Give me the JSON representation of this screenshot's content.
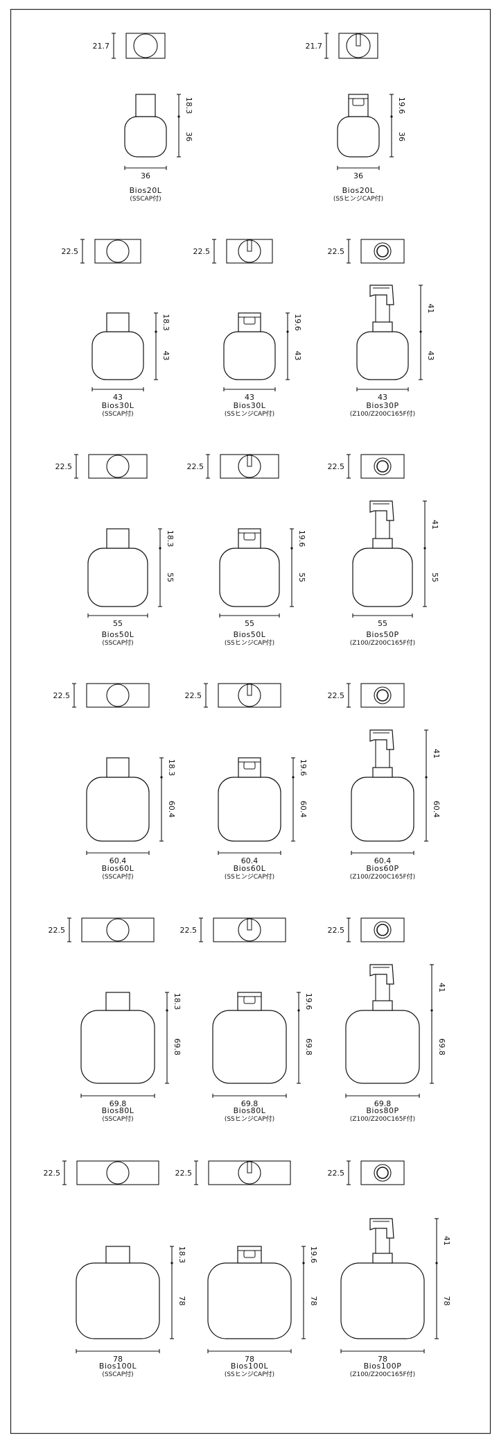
{
  "groups": [
    {
      "capacity": "20",
      "views": {
        "top": [
          "21.7",
          "21.7"
        ],
        "cap": [
          "18.3",
          "19.6"
        ],
        "body": [
          "36",
          "36"
        ],
        "width": [
          "36",
          "36"
        ]
      },
      "items": [
        {
          "kind": "L",
          "name": "Bios20L",
          "spec": "(SSCAP付)"
        },
        {
          "kind": "H",
          "name": "Bios20L",
          "spec": "(SSヒンジCAP付)"
        }
      ]
    },
    {
      "capacity": "30",
      "views": {
        "top": [
          "22.5",
          "22.5",
          "22.5"
        ],
        "cap": [
          "18.3",
          "19.6",
          "41"
        ],
        "body": [
          "43",
          "43",
          "43"
        ],
        "width": [
          "43",
          "43",
          "43"
        ]
      },
      "items": [
        {
          "kind": "L",
          "name": "Bios30L",
          "spec": "(SSCAP付)"
        },
        {
          "kind": "H",
          "name": "Bios30L",
          "spec": "(SSヒンジCAP付)"
        },
        {
          "kind": "P",
          "name": "Bios30P",
          "spec": "(Z100/Z200C165F付)"
        }
      ]
    },
    {
      "capacity": "50",
      "views": {
        "top": [
          "22.5",
          "22.5",
          "22.5"
        ],
        "cap": [
          "18.3",
          "19.6",
          "41"
        ],
        "body": [
          "55",
          "55",
          "55"
        ],
        "width": [
          "55",
          "55",
          "55"
        ]
      },
      "items": [
        {
          "kind": "L",
          "name": "Bios50L",
          "spec": "(SSCAP付)"
        },
        {
          "kind": "H",
          "name": "Bios50L",
          "spec": "(SSヒンジCAP付)"
        },
        {
          "kind": "P",
          "name": "Bios50P",
          "spec": "(Z100/Z200C165F付)"
        }
      ]
    },
    {
      "capacity": "60",
      "views": {
        "top": [
          "22.5",
          "22.5",
          "22.5"
        ],
        "cap": [
          "18.3",
          "19.6",
          "41"
        ],
        "body": [
          "60.4",
          "60.4",
          "60.4"
        ],
        "width": [
          "60.4",
          "60.4",
          "60.4"
        ]
      },
      "items": [
        {
          "kind": "L",
          "name": "Bios60L",
          "spec": "(SSCAP付)"
        },
        {
          "kind": "H",
          "name": "Bios60L",
          "spec": "(SSヒンジCAP付)"
        },
        {
          "kind": "P",
          "name": "Bios60P",
          "spec": "(Z100/Z200C165F付)"
        }
      ]
    },
    {
      "capacity": "80",
      "views": {
        "top": [
          "22.5",
          "22.5",
          "22.5"
        ],
        "cap": [
          "18.3",
          "19.6",
          "41"
        ],
        "body": [
          "69.8",
          "69.8",
          "69.8"
        ],
        "width": [
          "69.8",
          "69.8",
          "69.8"
        ]
      },
      "items": [
        {
          "kind": "L",
          "name": "Bios80L",
          "spec": "(SSCAP付)"
        },
        {
          "kind": "H",
          "name": "Bios80L",
          "spec": "(SSヒンジCAP付)"
        },
        {
          "kind": "P",
          "name": "Bios80P",
          "spec": "(Z100/Z200C165F付)"
        }
      ]
    },
    {
      "capacity": "100",
      "views": {
        "top": [
          "22.5",
          "22.5",
          "22.5"
        ],
        "cap": [
          "18.3",
          "19.6",
          "41"
        ],
        "body": [
          "78",
          "78",
          "78"
        ],
        "width": [
          "78",
          "78",
          "78"
        ]
      },
      "items": [
        {
          "kind": "L",
          "name": "Bios100L",
          "spec": "(SSCAP付)"
        },
        {
          "kind": "H",
          "name": "Bios100L",
          "spec": "(SSヒンジCAP付)"
        },
        {
          "kind": "P",
          "name": "Bios100P",
          "spec": "(Z100/Z200C165F付)"
        }
      ]
    }
  ],
  "colors": {
    "line": "#111111",
    "background": "#ffffff"
  }
}
